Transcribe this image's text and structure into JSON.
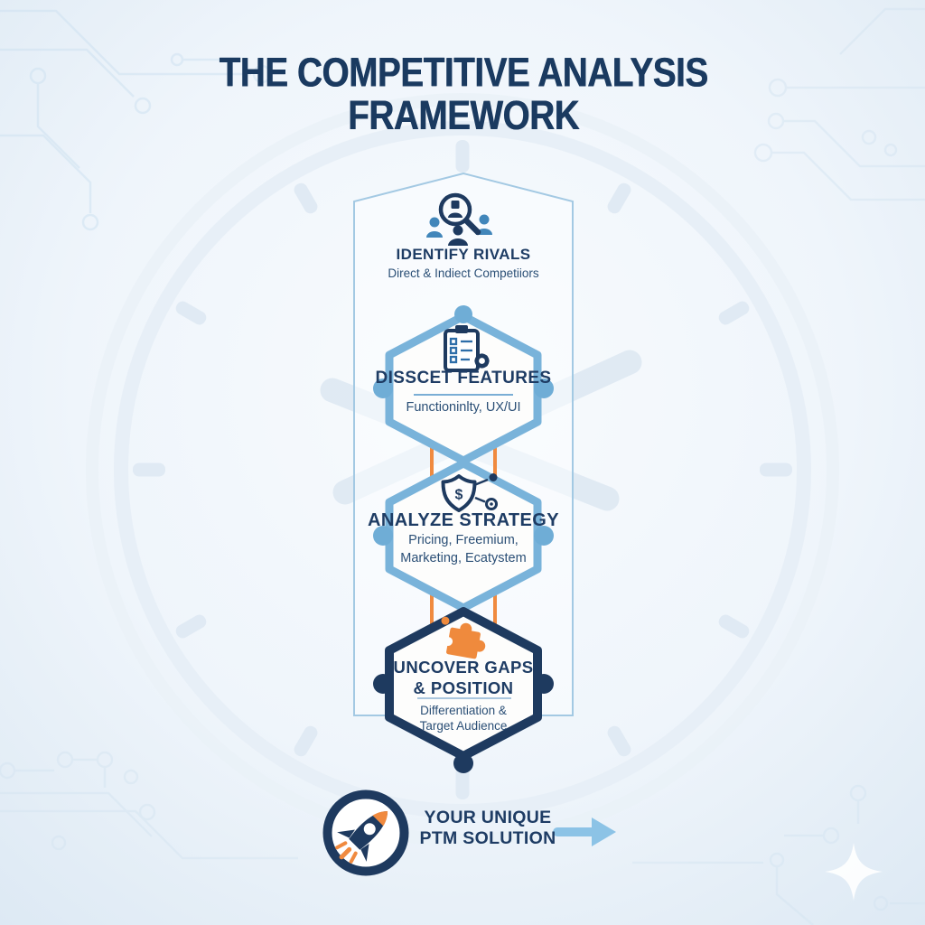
{
  "title": {
    "line1": "THE COMPETITIVE ANALYSIS",
    "line2": "FRAMEWORK"
  },
  "steps": [
    {
      "title": "IDENTIFY RIVALS",
      "subtitle": "Direct & Indiect Competiiors",
      "icon": "magnifier-people-icon"
    },
    {
      "title": "DISSCET FEATURES",
      "subtitle": "Functioninlty, UX/UI",
      "icon": "clipboard-gear-icon"
    },
    {
      "title": "ANALYZE STRATEGY",
      "subtitle_line1": "Pricing, Freemium,",
      "subtitle_line2": "Marketing, Ecatystem",
      "icon": "shield-dollar-icon"
    },
    {
      "title_line1": "UNCOVER GAPS",
      "title_line2": "& POSITION",
      "subtitle_line1": "Differentiation &",
      "subtitle_line2": "Target Audience",
      "icon": "puzzle-piece-icon"
    }
  ],
  "footer": {
    "label_line1": "YOUR UNIQUE",
    "label_line2": "PTM SOLUTION",
    "icon": "rocket-icon",
    "arrow_icon": "right-arrow-icon"
  },
  "icons": {
    "dollar_symbol": "$"
  },
  "colors": {
    "navy": "#1e3a5f",
    "title_navy": "#1a3a60",
    "hex_light_blue": "#79b3da",
    "orange": "#f08a3f",
    "arrow_blue": "#8cc3e6",
    "container_stroke": "#a3c9e3",
    "dot_blue": "#6fadd6",
    "background": "#eff5fb"
  }
}
